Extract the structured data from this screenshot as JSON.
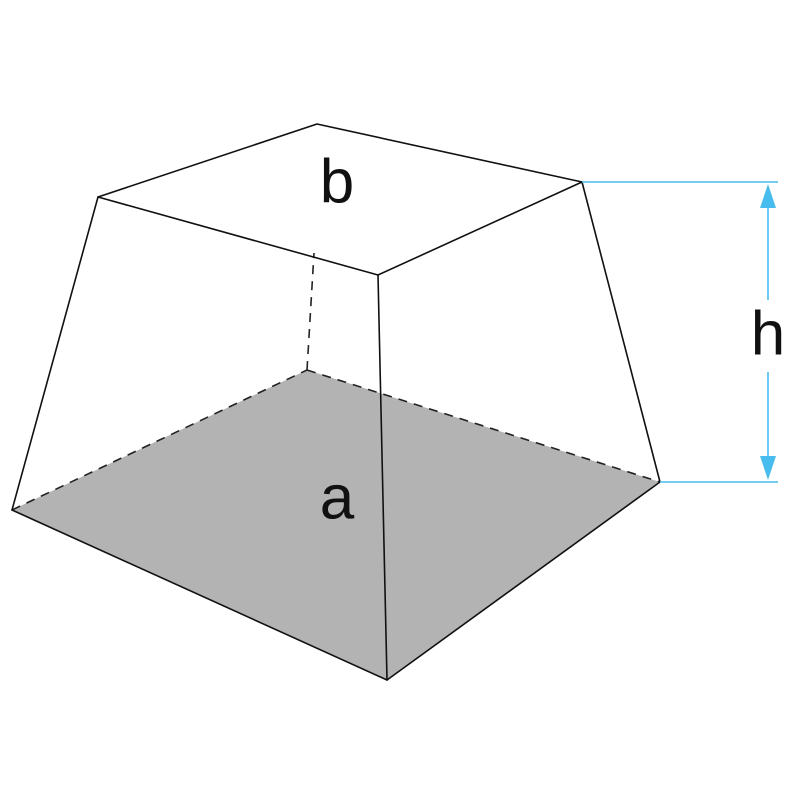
{
  "labels": {
    "top_face": "b",
    "bottom_face": "a",
    "height": "h"
  },
  "colors": {
    "top_face_fill": "#48BCEE",
    "bottom_face_fill": "#B3B3B3",
    "dimension_line": "#48BCEE",
    "edge": "#111111"
  }
}
